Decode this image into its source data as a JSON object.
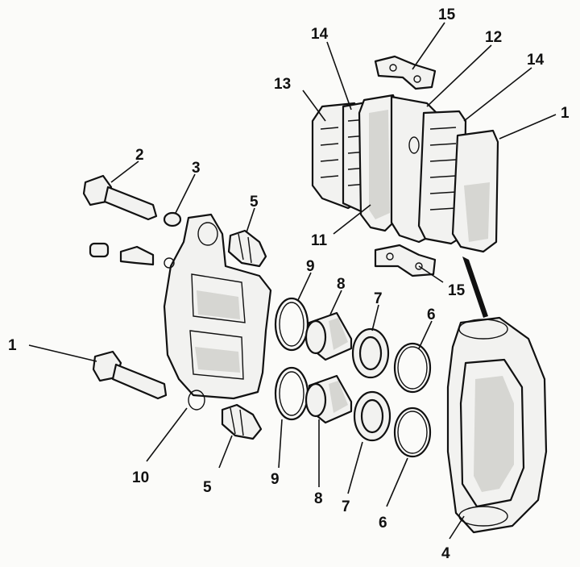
{
  "callouts": {
    "c1_left": "1",
    "c1_right": "1",
    "c2": "2",
    "c3": "3",
    "c4": "4",
    "c5_top": "5",
    "c5_bottom": "5",
    "c6_top": "6",
    "c6_bottom": "6",
    "c7_top": "7",
    "c7_bottom": "7",
    "c8_top": "8",
    "c8_bottom": "8",
    "c9_top": "9",
    "c9_bottom": "9",
    "c10": "10",
    "c11": "11",
    "c12": "12",
    "c13": "13",
    "c14_left": "14",
    "c14_right": "14",
    "c15_top": "15",
    "c15_bottom": "15"
  }
}
